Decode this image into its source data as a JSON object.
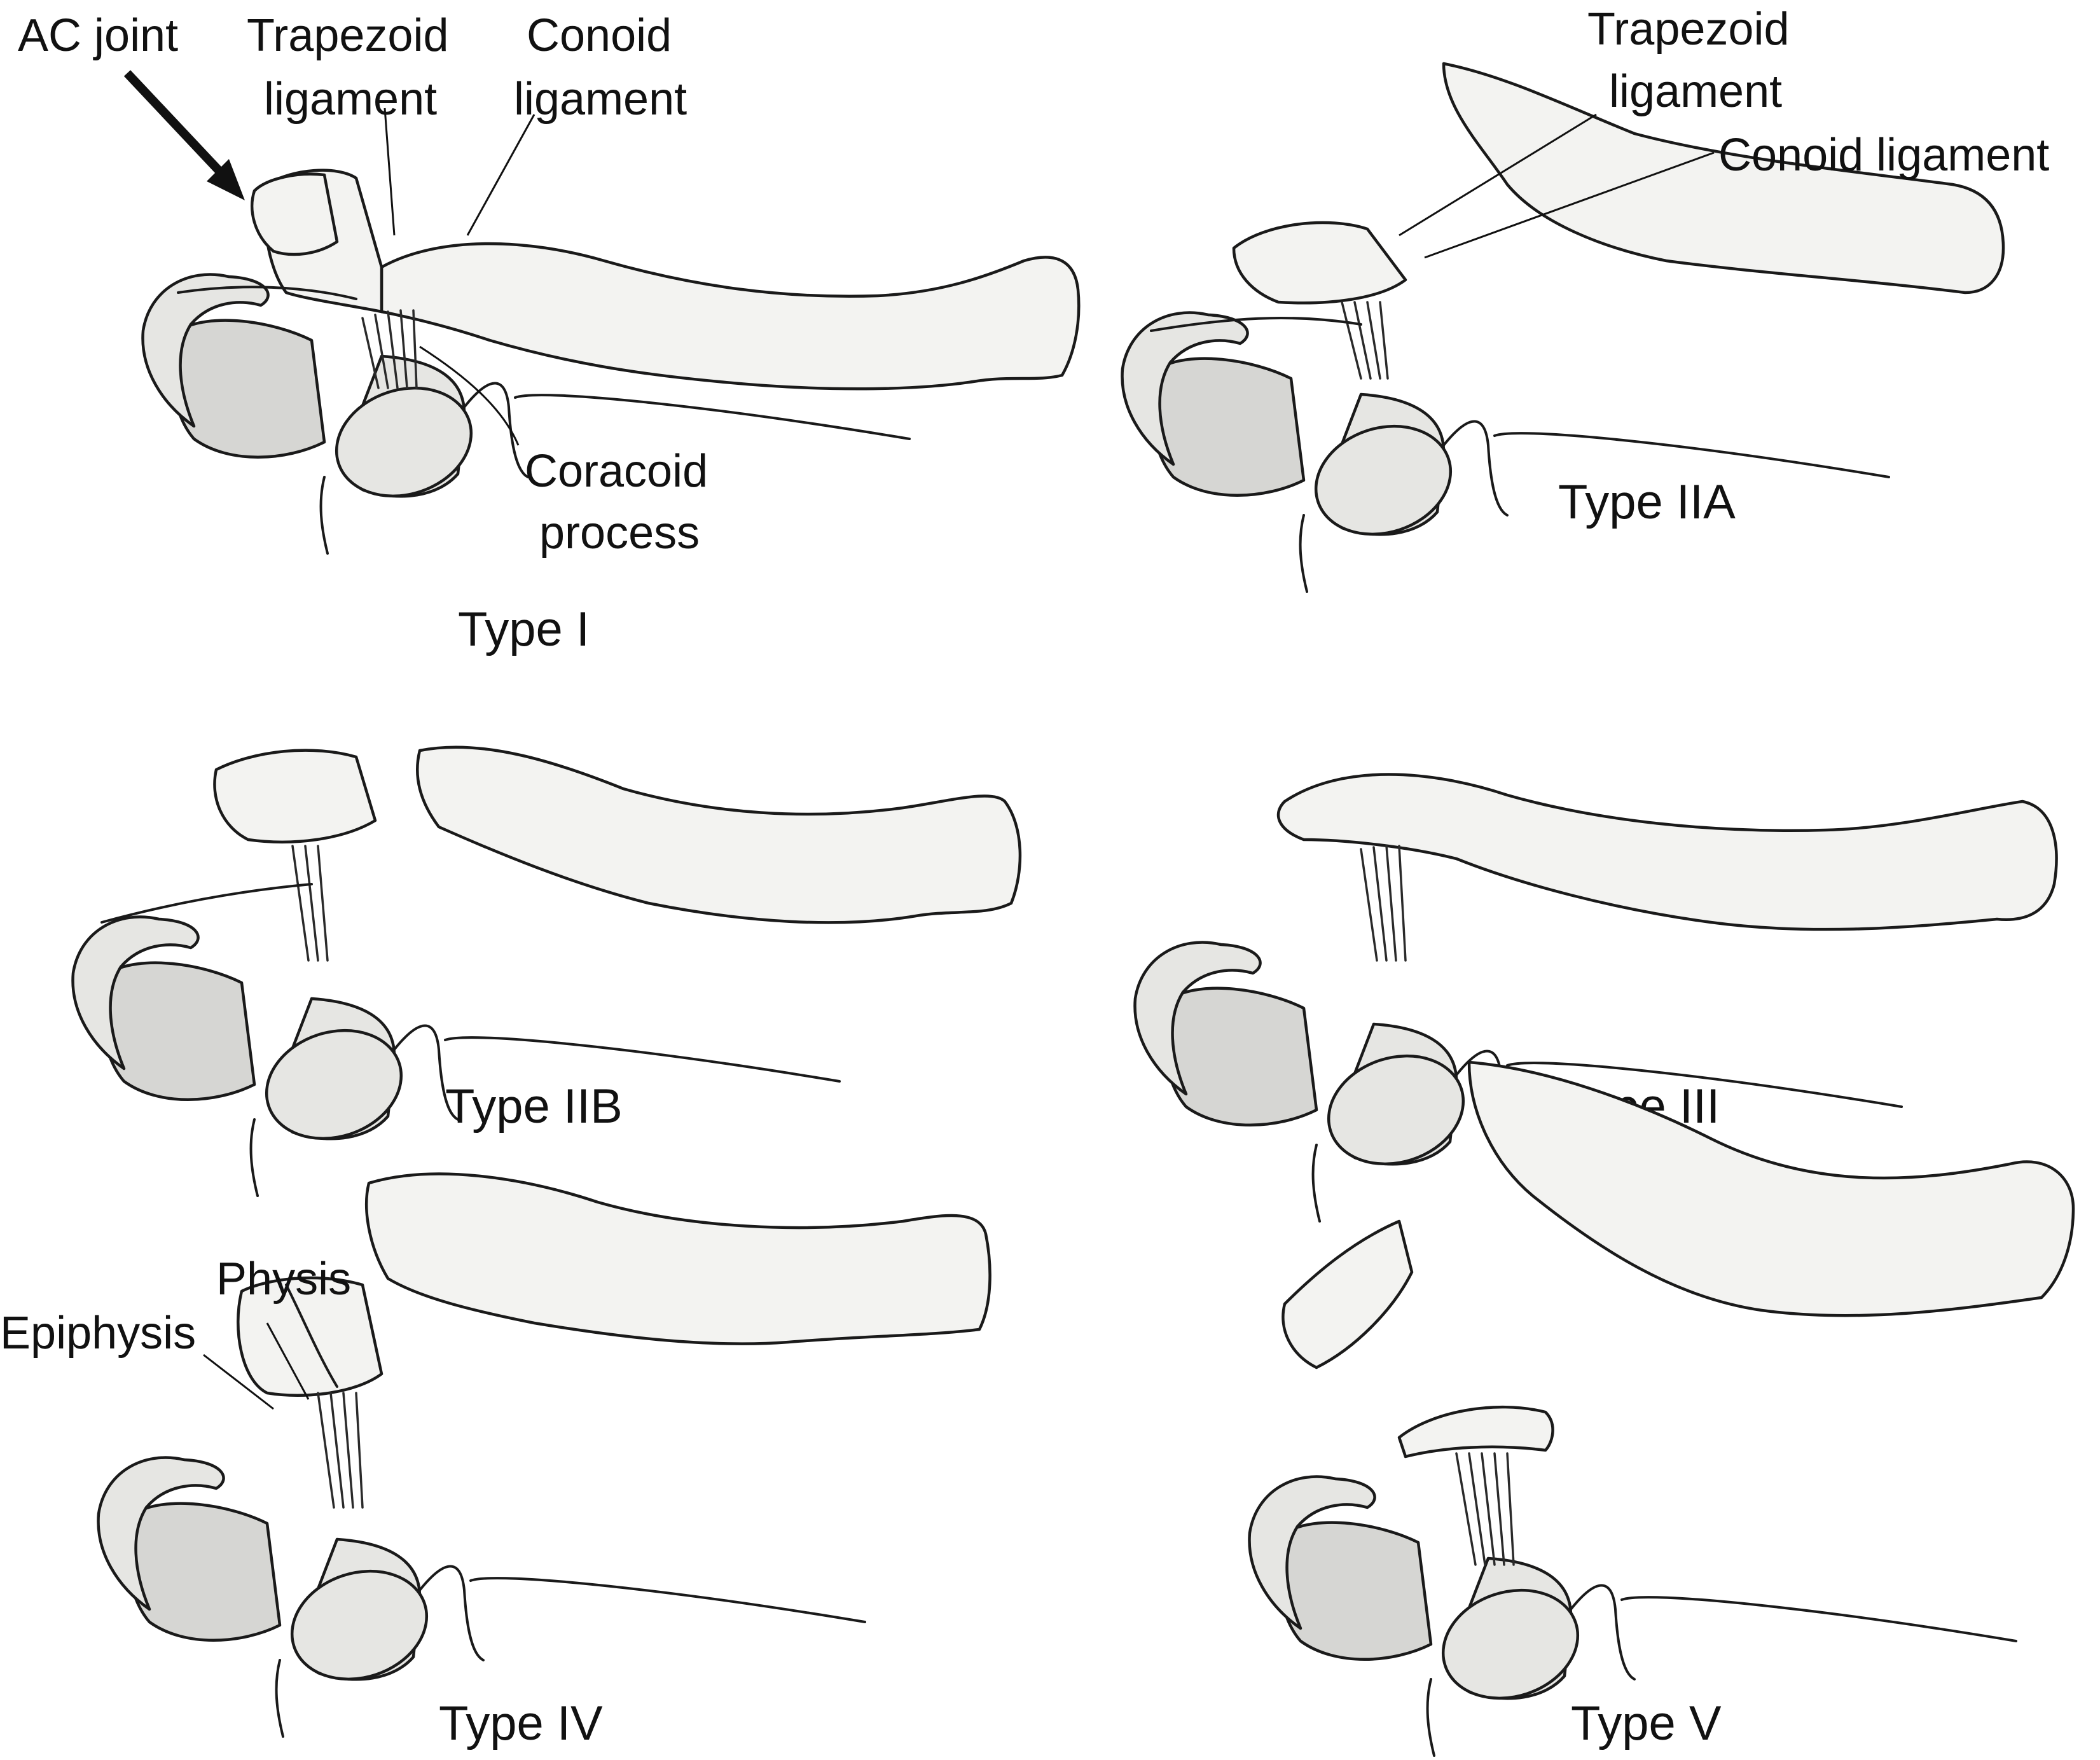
{
  "panels": [
    {
      "id": "type-i",
      "caption": "Type I",
      "labels": [
        "AC joint",
        "Trapezoid",
        "ligament",
        "Conoid",
        "ligament",
        "Coracoid",
        "process"
      ]
    },
    {
      "id": "type-iia",
      "caption": "Type IIA",
      "labels": [
        "Trapezoid",
        "ligament",
        "Conoid ligament"
      ]
    },
    {
      "id": "type-iib",
      "caption": "Type IIB",
      "labels": []
    },
    {
      "id": "type-iii",
      "caption": "Type III",
      "labels": []
    },
    {
      "id": "type-iv",
      "caption": "Type IV",
      "labels": [
        "Physis",
        "Epiphysis"
      ]
    },
    {
      "id": "type-v",
      "caption": "Type V",
      "labels": []
    }
  ]
}
